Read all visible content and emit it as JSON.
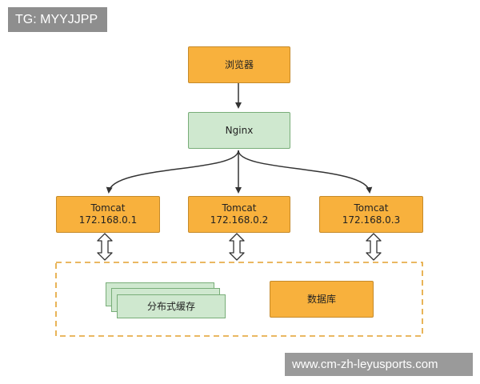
{
  "watermark_top": "TG: MYYJJPP",
  "watermark_bottom": "www.cm-zh-leyusports.com",
  "nodes": {
    "browser": "浏览器",
    "nginx": "Nginx",
    "tomcats": [
      {
        "name": "Tomcat",
        "ip": "172.168.0.1"
      },
      {
        "name": "Tomcat",
        "ip": "172.168.0.2"
      },
      {
        "name": "Tomcat",
        "ip": "172.168.0.3"
      }
    ],
    "cache": "分布式缓存",
    "database": "数据库"
  },
  "colors": {
    "orange": "#f8b13d",
    "green": "#cfe8cf",
    "dashed_border": "#e3a12f",
    "arrow": "#333333"
  }
}
